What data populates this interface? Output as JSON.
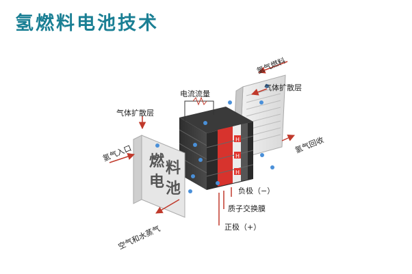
{
  "title": "氢燃料电池技术",
  "labels": {
    "current_flow": "电流流量",
    "gas_diffusion_left": "气体扩散层",
    "gas_diffusion_right": "气体扩散层",
    "hydrogen_fuel": "氢气燃料",
    "hydrogen_inlet": "氢气入口",
    "hydrogen_recycle": "氢气回收",
    "anode": "负极（−）",
    "membrane": "质子交换膜",
    "cathode": "正极（+）",
    "air_water_vapor": "空气和水蒸气"
  },
  "panel_text": [
    "燃",
    "料",
    "电",
    "池"
  ],
  "h_label": "H",
  "colors": {
    "title": "#1a7f94",
    "arrow": "#c0392b",
    "bubble": "#4a90d9",
    "core": "#e0342d"
  }
}
